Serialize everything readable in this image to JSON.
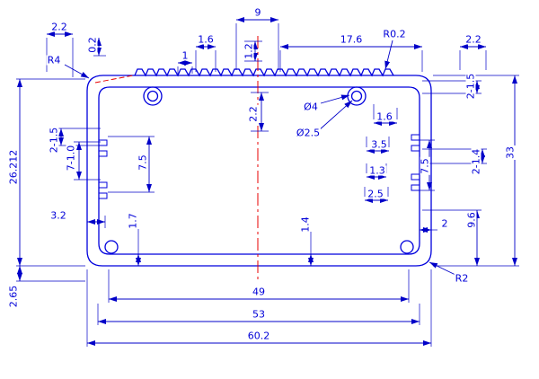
{
  "drawing": {
    "type": "technical-cad-cross-section",
    "subject": "aluminum extrusion enclosure profile with dimensions",
    "colors": {
      "line": "#0000dd",
      "dim_text": "#0000d8",
      "centerline": "#e80000",
      "background": "#ffffff"
    }
  },
  "dims": {
    "top_9": "9",
    "top_left_2_2": "2.2",
    "top_1_6": "1.6",
    "top_1": "1",
    "top_1_2": "1.2",
    "top_17_6": "17.6",
    "r0_2": "R0.2",
    "top_right_2_2": "2.2",
    "r4": "R4",
    "top_0_2": "0.2",
    "right_2x1_5": "2-1.5",
    "right_33": "33",
    "center_2_2": "2.2",
    "dia_4": "Ø4",
    "dia_2_5": "Ø2.5",
    "mid_1_6": "1.6",
    "mid_3_5": "3.5",
    "right_7_5": "7.5",
    "right_2x1_4": "2-1.4",
    "mid_1_3": "1.3",
    "mid_2_5": "2.5",
    "left_2x1_5": "2-1.5",
    "left_7x1_0": "7-1.0",
    "left_7_5": "7.5",
    "left_26_212": "26.212",
    "left_3_2": "3.2",
    "bottom_1_7": "1.7",
    "bottom_1_4": "1.4",
    "right_2": "2",
    "right_9_6": "9.6",
    "left_2_65": "2.65",
    "r2": "R2",
    "bottom_49": "49",
    "bottom_53": "53",
    "bottom_60_2": "60.2"
  }
}
